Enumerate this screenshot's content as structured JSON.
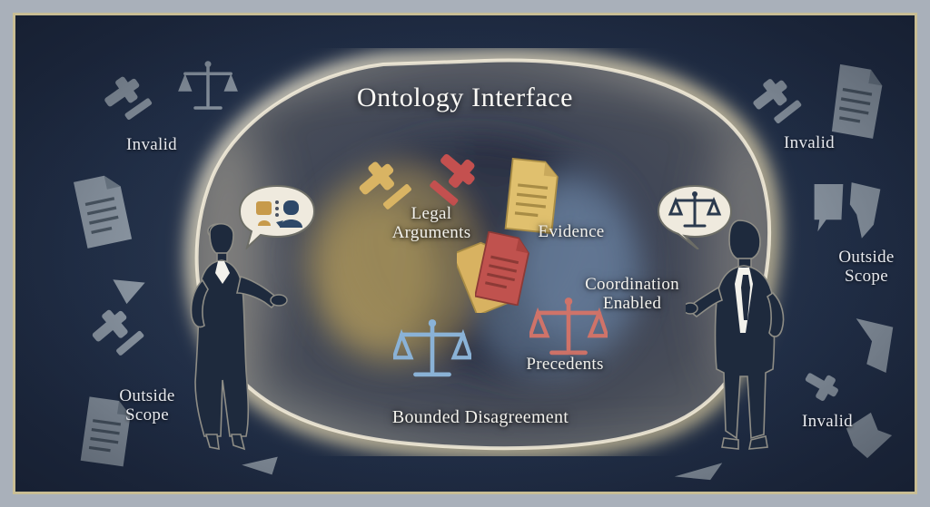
{
  "title": "Ontology Interface",
  "frame": {
    "outer_color": "#a9b0ba",
    "gold_border_color": "#c8bd94",
    "canvas_color": "#26334a"
  },
  "inner_labels": [
    {
      "id": "legal-arguments",
      "text": "Legal\nArguments"
    },
    {
      "id": "evidence",
      "text": "Evidence"
    },
    {
      "id": "coordination-enabled",
      "text": "Coordination\nEnabled"
    },
    {
      "id": "precedents",
      "text": "Precedents"
    },
    {
      "id": "bounded-disagreement",
      "text": "Bounded Disagreement"
    }
  ],
  "outer_labels": [
    {
      "id": "invalid-top-left",
      "text": "Invalid"
    },
    {
      "id": "outside-scope-bottom-left",
      "text": "Outside\nScope"
    },
    {
      "id": "invalid-top-right",
      "text": "Invalid"
    },
    {
      "id": "outside-scope-right",
      "text": "Outside\nScope"
    },
    {
      "id": "invalid-bottom-right",
      "text": "Invalid"
    }
  ],
  "figures": [
    {
      "id": "left-figure",
      "name": "female-advocate-silhouette",
      "pose": "gesturing-right"
    },
    {
      "id": "right-figure",
      "name": "male-advocate-silhouette",
      "pose": "gesturing-left"
    }
  ],
  "speech_bubbles": [
    {
      "id": "left-bubble",
      "icon": "two-person-dialogue-icon"
    },
    {
      "id": "right-bubble",
      "icon": "scales-of-justice-icon"
    }
  ],
  "inner_icons": [
    {
      "id": "gavel-gold",
      "icon": "gavel-icon",
      "color": "#d9b463"
    },
    {
      "id": "gavel-red",
      "icon": "gavel-icon",
      "color": "#c4504f"
    },
    {
      "id": "document-gold-1",
      "icon": "document-icon",
      "color": "#e0c06e"
    },
    {
      "id": "document-gold-2",
      "icon": "document-icon",
      "color": "#d8b261"
    },
    {
      "id": "document-red",
      "icon": "document-icon",
      "color": "#c0524e"
    },
    {
      "id": "scales-blue",
      "icon": "scales-of-justice-icon",
      "color": "#8ab2d6"
    },
    {
      "id": "scales-red",
      "icon": "scales-of-justice-icon",
      "color": "#cf7369"
    }
  ],
  "outer_icons": [
    {
      "id": "gavel-outer-1",
      "icon": "gavel-icon"
    },
    {
      "id": "scales-outer-1",
      "icon": "scales-of-justice-icon"
    },
    {
      "id": "document-outer-1",
      "icon": "torn-document-icon"
    },
    {
      "id": "triangle-outer-1",
      "icon": "triangle-fragment-icon"
    },
    {
      "id": "gavel-outer-2",
      "icon": "gavel-icon"
    },
    {
      "id": "document-outer-2",
      "icon": "document-icon"
    },
    {
      "id": "triangle-outer-2",
      "icon": "triangle-fragment-icon"
    },
    {
      "id": "gavel-outer-3",
      "icon": "gavel-icon"
    },
    {
      "id": "document-outer-3",
      "icon": "torn-document-icon"
    },
    {
      "id": "broken-speech-bubble",
      "icon": "broken-speech-bubble-icon"
    },
    {
      "id": "shape-outer-1",
      "icon": "fragment-shape-icon"
    },
    {
      "id": "gavel-outer-4",
      "icon": "gavel-icon"
    },
    {
      "id": "shape-outer-2",
      "icon": "fragment-shape-icon"
    },
    {
      "id": "triangle-outer-3",
      "icon": "triangle-fragment-icon"
    }
  ],
  "colors": {
    "glow": "#f4ead0",
    "grey_icon": "#8d98a4",
    "text": "#f2f1ec"
  }
}
